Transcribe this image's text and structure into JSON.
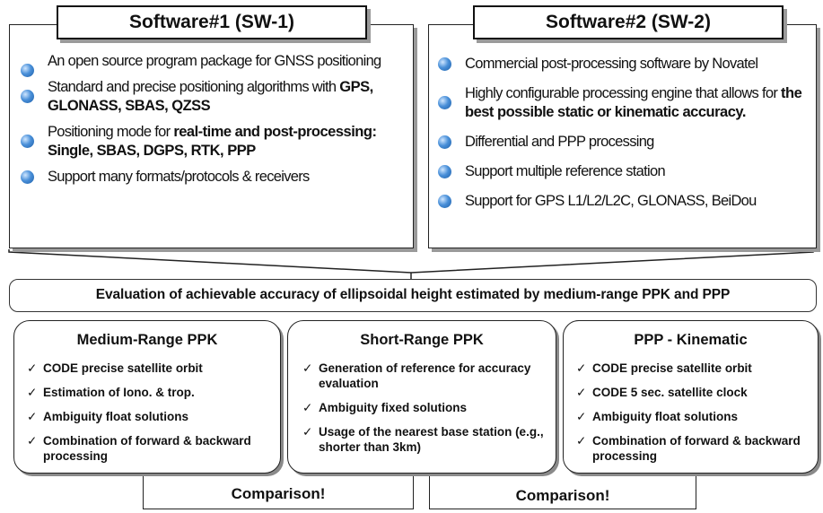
{
  "sw1": {
    "title": "Software#1 (SW-1)",
    "bullets": [
      {
        "text": "An open source program package for GNSS positioning",
        "bold": ""
      },
      {
        "text": "Standard and precise positioning algorithms with ",
        "bold": "GPS, GLONASS, SBAS, QZSS"
      },
      {
        "text": "Positioning mode for ",
        "bold": "real-time and post-processing: Single, SBAS, DGPS, RTK, PPP"
      },
      {
        "text": "Support many formats/protocols & receivers",
        "bold": ""
      }
    ]
  },
  "sw2": {
    "title": "Software#2 (SW-2)",
    "bullets": [
      {
        "text": "Commercial post-processing software by Novatel",
        "bold": ""
      },
      {
        "text": "Highly configurable processing engine that allows for ",
        "bold": "the best possible static or kinematic accuracy."
      },
      {
        "text": "Differential and PPP processing",
        "bold": ""
      },
      {
        "text": "Support multiple reference station",
        "bold": ""
      },
      {
        "text": "Support for GPS L1/L2/L2C, GLONASS, BeiDou",
        "bold": ""
      }
    ]
  },
  "evaluation": "Evaluation of achievable accuracy of ellipsoidal height estimated by medium-range PPK and PPP",
  "check_glyph": "✓",
  "methods": [
    {
      "title": "Medium-Range PPK",
      "items": [
        "CODE precise satellite orbit",
        "Estimation of Iono. & trop.",
        "Ambiguity float solutions",
        "Combination of forward & backward processing"
      ]
    },
    {
      "title": "Short-Range PPK",
      "items": [
        "Generation of reference for accuracy evaluation",
        "Ambiguity fixed solutions",
        "Usage of the nearest  base station (e.g., shorter than 3km)"
      ]
    },
    {
      "title": "PPP - Kinematic",
      "items": [
        "CODE precise satellite orbit",
        "CODE 5 sec. satellite clock",
        "Ambiguity float solutions",
        "Combination of forward & backward processing"
      ]
    }
  ],
  "comparisons": [
    "Comparison!",
    "Comparison!"
  ],
  "colors": {
    "bullet": "#3a86d4",
    "shadow": "#9a9a9a",
    "border": "#222222"
  }
}
